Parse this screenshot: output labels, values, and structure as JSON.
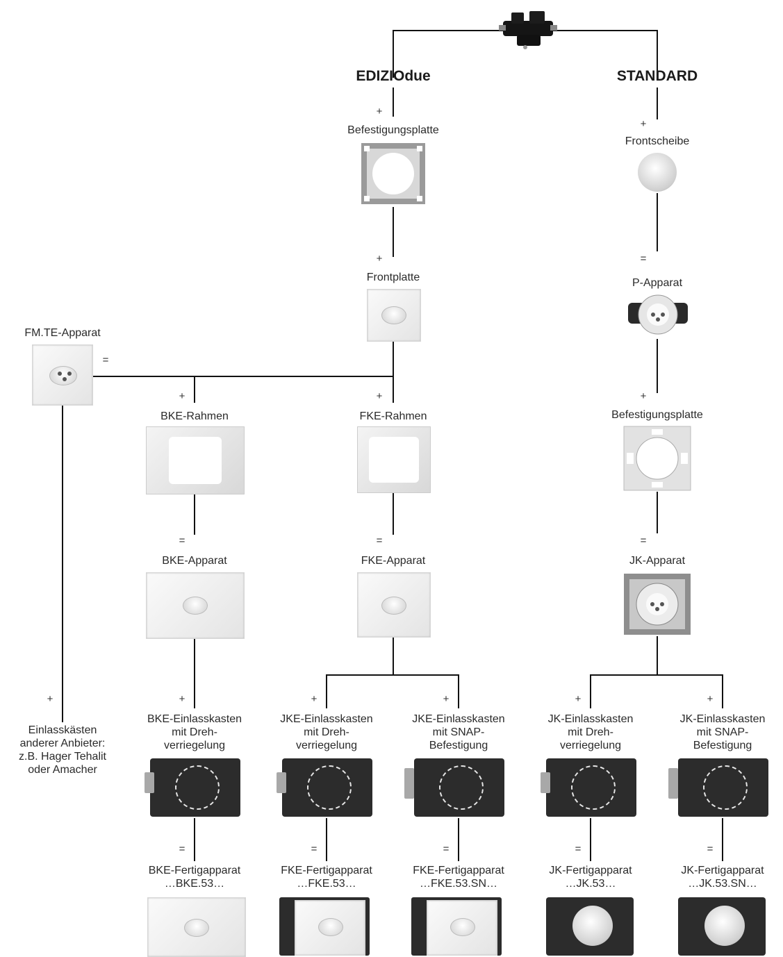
{
  "headers": {
    "edizio": "EDIZIOdue",
    "standard": "STANDARD"
  },
  "symbols": {
    "plus": "+",
    "equals": "="
  },
  "nodes": {
    "edizio_befestigungsplatte": "Befestigungsplatte",
    "frontplatte": "Frontplatte",
    "fmte_apparat": "FM.TE-Apparat",
    "bke_rahmen": "BKE-Rahmen",
    "fke_rahmen": "FKE-Rahmen",
    "bke_apparat": "BKE-Apparat",
    "fke_apparat": "FKE-Apparat",
    "frontscheibe": "Frontscheibe",
    "p_apparat": "P-Apparat",
    "std_befestigungsplatte": "Befestigungsplatte",
    "jk_apparat": "JK-Apparat"
  },
  "boxes": {
    "other": [
      "Einlasskästen",
      "anderer Anbieter:",
      "z.B. Hager Tehalit",
      "oder Amacher"
    ],
    "bke": [
      "BKE-Einlasskasten",
      "mit Dreh-",
      "verriegelung"
    ],
    "jke_dreh": [
      "JKE-Einlasskasten",
      "mit Dreh-",
      "verriegelung"
    ],
    "jke_snap": [
      "JKE-Einlasskasten",
      "mit SNAP-",
      "Befestigung"
    ],
    "jk_dreh": [
      "JK-Einlasskasten",
      "mit Dreh-",
      "verriegelung"
    ],
    "jk_snap": [
      "JK-Einlasskasten",
      "mit SNAP-",
      "Befestigung"
    ]
  },
  "finished": {
    "bke": [
      "BKE-Fertigapparat",
      "…BKE.53…"
    ],
    "fke": [
      "FKE-Fertigapparat",
      "…FKE.53…"
    ],
    "fke_sn": [
      "FKE-Fertigapparat",
      "…FKE.53.SN…"
    ],
    "jk": [
      "JK-Fertigapparat",
      "…JK.53…"
    ],
    "jk_sn": [
      "JK-Fertigapparat",
      "…JK.53.SN…"
    ]
  }
}
